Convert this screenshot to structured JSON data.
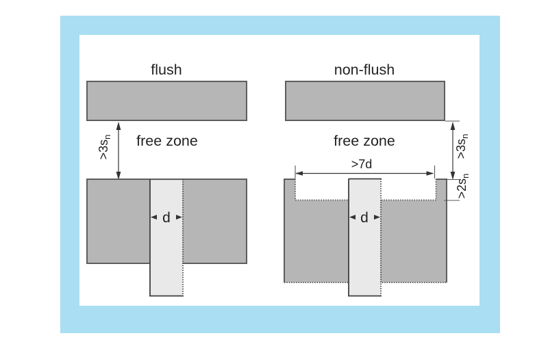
{
  "colors": {
    "frame_blue": "#a9def3",
    "canvas_white": "#ffffff",
    "metal_fill": "#b6b6b6",
    "metal_edge": "#5d5d5d",
    "sensor_fill": "#e9e9e9",
    "sensor_edge": "#3f3f3f",
    "dim_line": "#333333",
    "text": "#222222"
  },
  "figure": {
    "flush": {
      "title": "flush",
      "free_zone_label": "free zone",
      "gap_dim": {
        "base": ">3s",
        "sub": "n"
      },
      "diameter_label": "d"
    },
    "nonflush": {
      "title": "non-flush",
      "free_zone_label": "free zone",
      "gap_dim": {
        "base": ">3s",
        "sub": "n"
      },
      "recess_dim": {
        "base": ">2s",
        "sub": "n"
      },
      "clear_width_dim": ">7d",
      "diameter_label": "d"
    }
  }
}
